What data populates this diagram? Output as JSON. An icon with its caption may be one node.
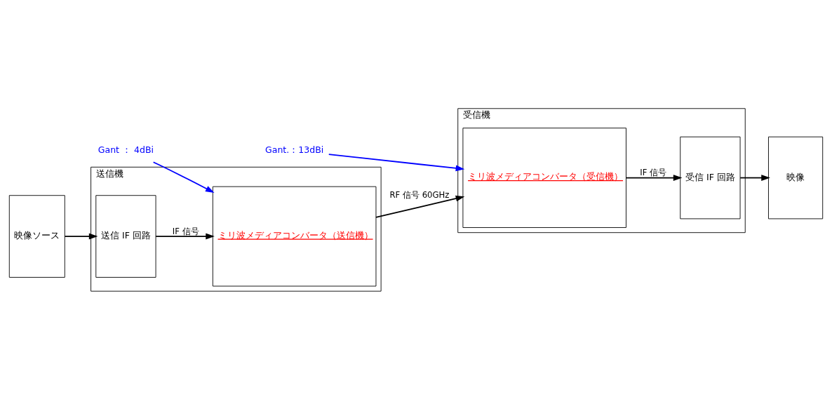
{
  "diagram": {
    "nodes": [
      {
        "text": [
          "送信機"
        ]
      },
      {
        "text": [
          "送信 IF 回路"
        ],
        "in": 0
      },
      {
        "text": [
          "ミリ波メディアコンバータ（送信機）"
        ],
        "in": 0
      },
      {
        "text": [
          "受信機"
        ]
      },
      {
        "text": [
          "ミリ波メディアコンバータ（受信機）"
        ],
        "in": 3
      },
      {
        "text": [
          "受信 IF 回路"
        ],
        "in": 3
      },
      {
        "text": [
          "映像ソース"
        ]
      },
      {
        "text": [
          "映像"
        ]
      },
      {
        "text": [
          "Gant ： 4dBi"
        ]
      },
      {
        "text": [
          "Gant.：13dBi"
        ]
      }
    ],
    "edges": [
      {
        "from": 6,
        "to": 1,
        "arrow": "to"
      },
      {
        "from": 1,
        "to": 2,
        "arrow": "to",
        "label": "IF 信号"
      },
      {
        "from": 2,
        "to": 4,
        "arrow": "to",
        "label": "RF 信号 60GHz"
      },
      {
        "from": 4,
        "to": 5,
        "arrow": "to",
        "label": "IF 信号"
      },
      {
        "from": 5,
        "to": 7,
        "arrow": "to"
      },
      {
        "from": 8,
        "to": 2,
        "arrow": "to",
        "color": "#0000ff"
      },
      {
        "from": 9,
        "to": 4,
        "arrow": "to",
        "color": "#0000ff"
      }
    ]
  }
}
